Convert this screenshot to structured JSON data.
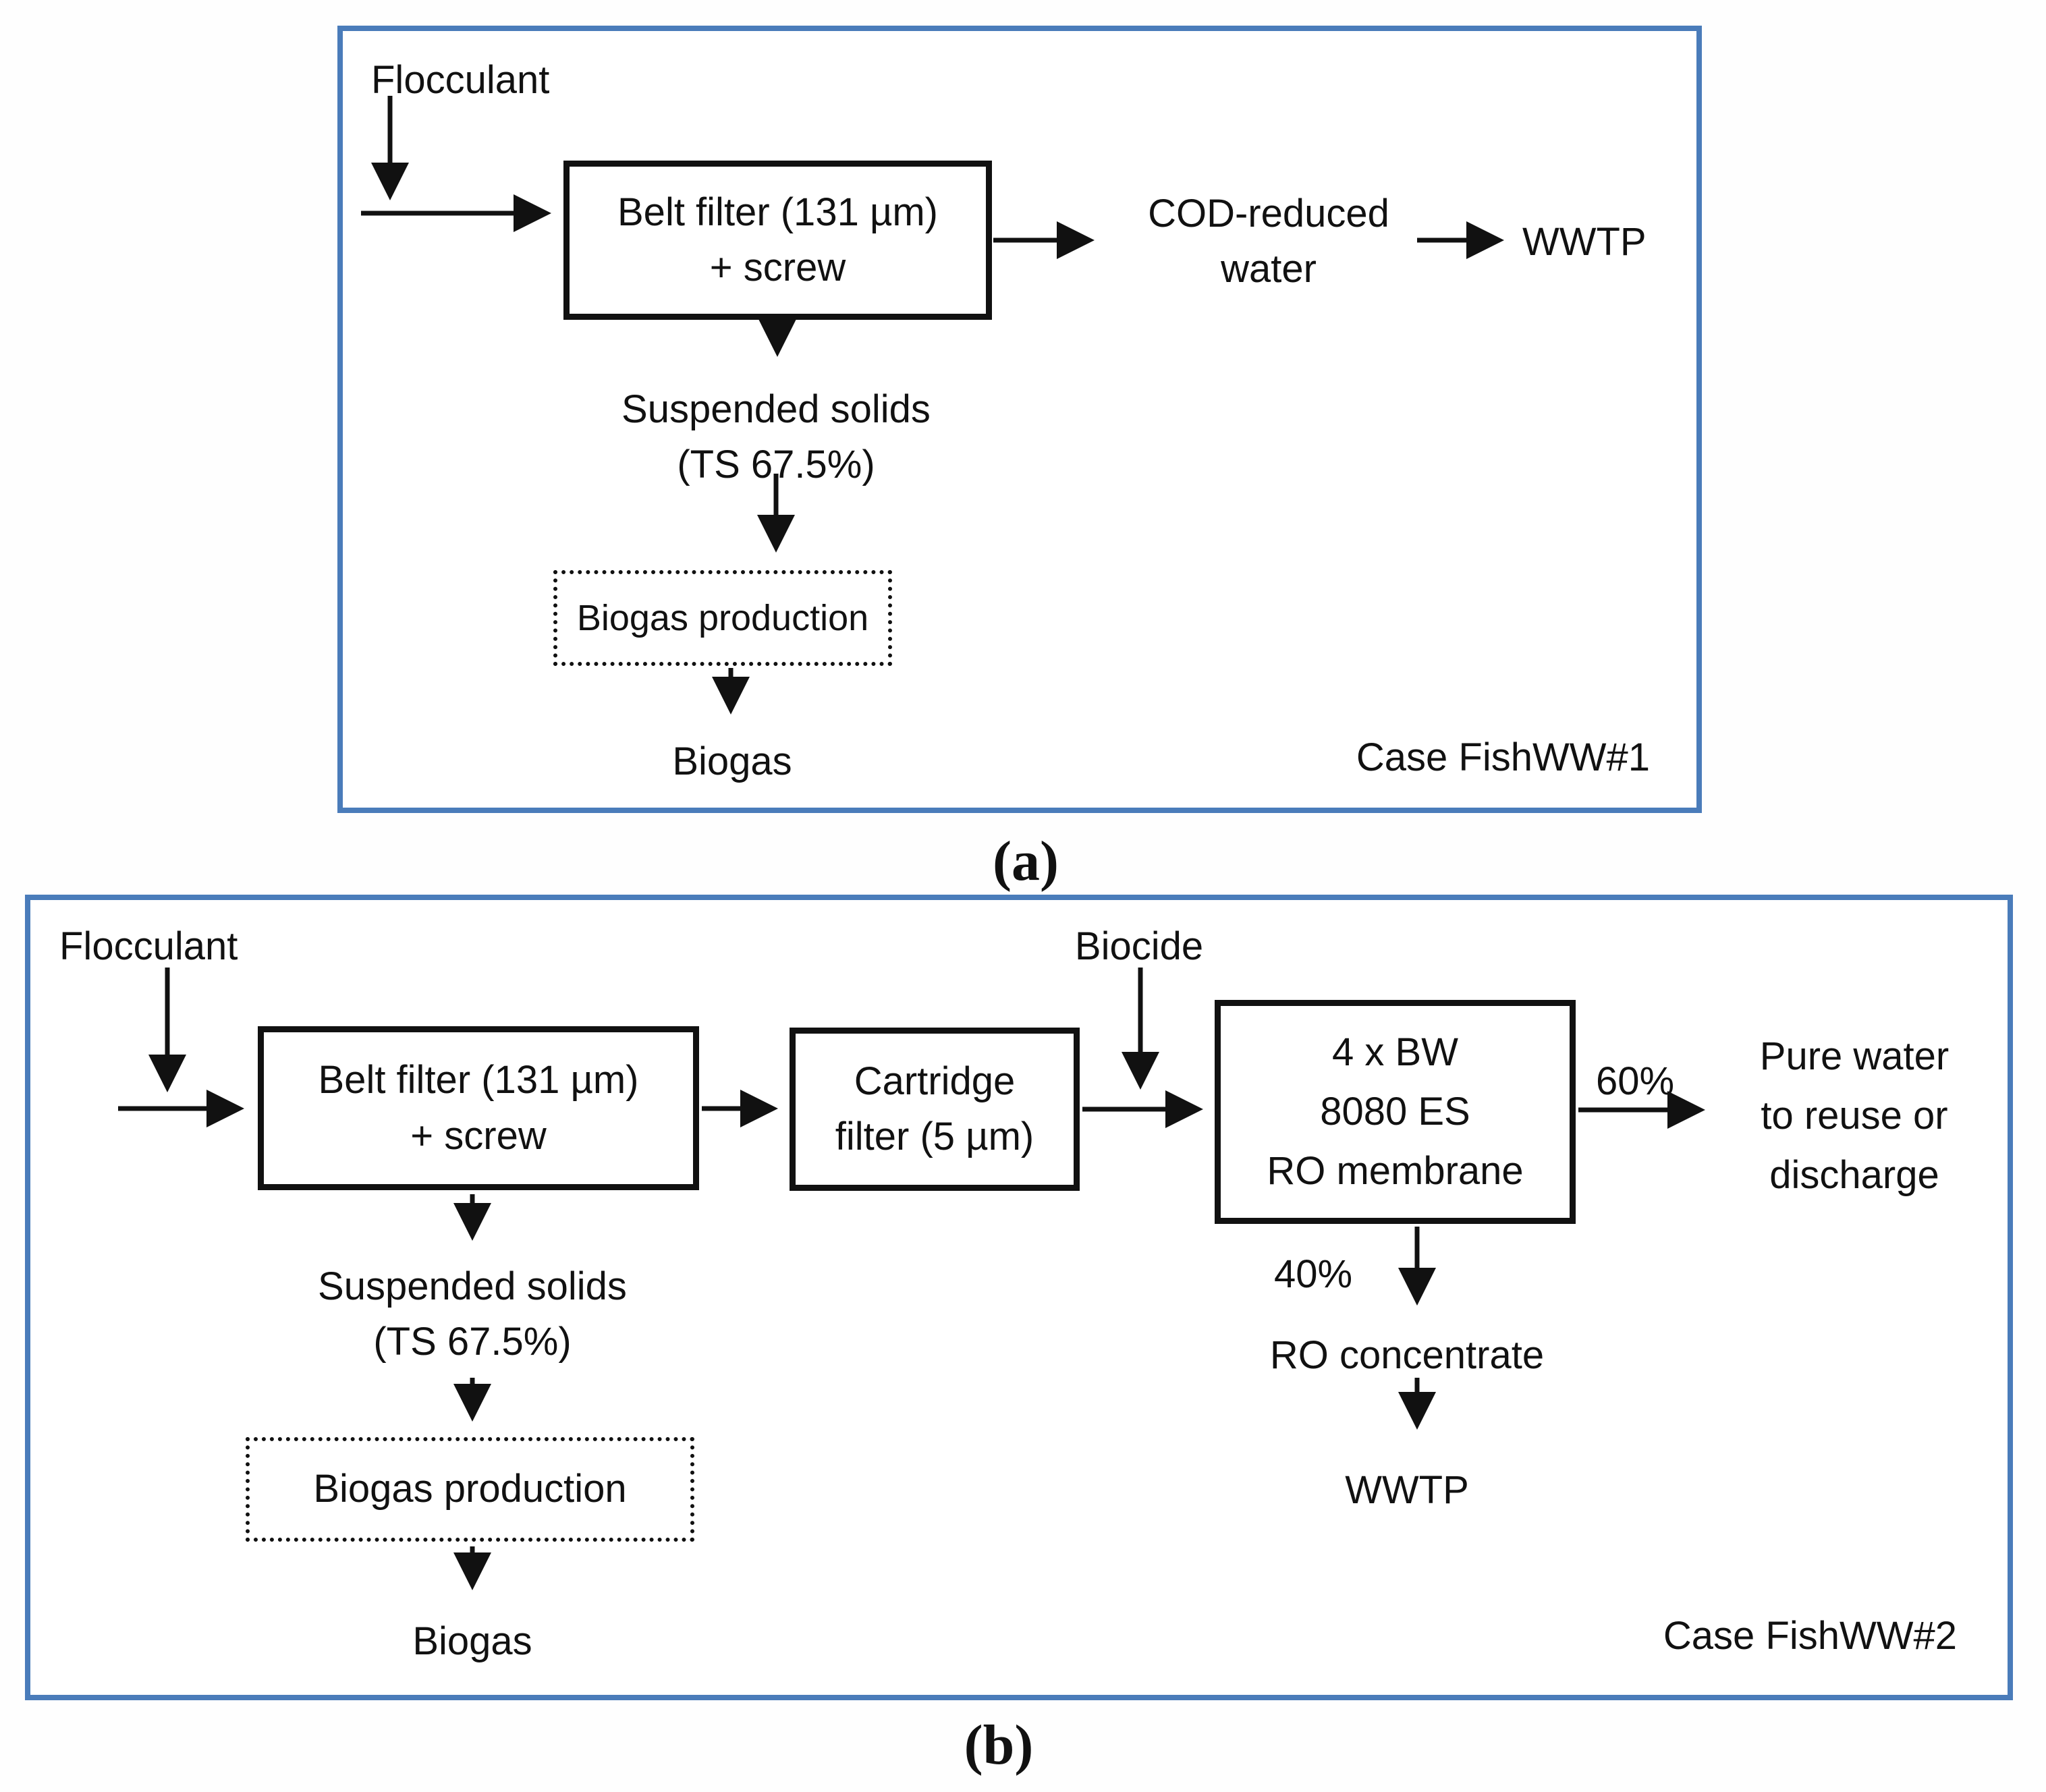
{
  "figure": {
    "description": "Two process flow diagrams for fish wastewater treatment",
    "colors": {
      "panel_border": "#4a7cba",
      "line": "#111111",
      "text": "#111111",
      "background": "#ffffff"
    }
  },
  "panel_a": {
    "case_label": "Case FishWW#1",
    "caption": "(a)",
    "nodes": {
      "flocculant": "Flocculant",
      "belt_filter": "Belt filter (131 µm)\n+ screw",
      "cod_reduced_water": "COD-reduced\nwater",
      "wwtp": "WWTP",
      "suspended_solids": "Suspended solids\n(TS 67.5%)",
      "biogas_production": "Biogas production",
      "biogas": "Biogas"
    }
  },
  "panel_b": {
    "case_label": "Case FishWW#2",
    "caption": "(b)",
    "nodes": {
      "flocculant": "Flocculant",
      "belt_filter": "Belt filter (131 µm)\n+ screw",
      "cartridge_filter": "Cartridge\nfilter (5 µm)",
      "biocide": "Biocide",
      "ro_membrane": "4 x BW\n8080 ES\nRO membrane",
      "percent_60": "60%",
      "pure_water": "Pure water\nto reuse or\ndischarge",
      "percent_40": "40%",
      "ro_concentrate": "RO concentrate",
      "wwtp": "WWTP",
      "suspended_solids": "Suspended solids\n(TS 67.5%)",
      "biogas_production": "Biogas production",
      "biogas": "Biogas"
    }
  }
}
